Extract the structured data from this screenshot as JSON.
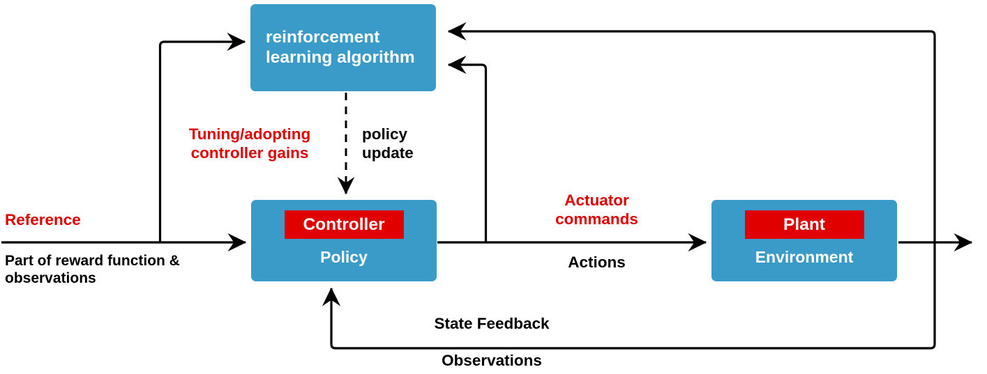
{
  "diagram": {
    "title": "Reinforcement learning control loop block diagram",
    "colors": {
      "block_blue": "#3a9bc9",
      "chip_red": "#e00000",
      "accent_red_text": "#e00000",
      "wire_black": "#000000",
      "background": "#ffffff"
    },
    "nodes": [
      {
        "id": "rl-algorithm",
        "label": "reinforcement\nlearning\nalgorithm",
        "chip": null
      },
      {
        "id": "controller",
        "chip": "Controller",
        "label": "Policy"
      },
      {
        "id": "plant",
        "chip": "Plant",
        "label": "Environment"
      }
    ],
    "captions": {
      "tuning": "Tuning/adopting\ncontroller gains",
      "policy_update": "policy\nupdate",
      "reference": "Reference",
      "reward": "Part of reward function &\nobservations",
      "actuator_commands": "Actuator\ncommands",
      "actions": "Actions",
      "state_feedback": "State Feedback",
      "observations": "Observations"
    },
    "edges": [
      {
        "id": "reference-to-controller",
        "from": "reference-input",
        "to": "controller",
        "style": "solid",
        "arrow": true
      },
      {
        "id": "reference-branch-to-rl",
        "from": "reference-input",
        "to": "rl-algorithm",
        "style": "solid",
        "arrow": true
      },
      {
        "id": "rl-to-controller",
        "from": "rl-algorithm",
        "to": "controller",
        "style": "dashed",
        "arrow": true
      },
      {
        "id": "controller-to-plant",
        "from": "controller",
        "to": "plant",
        "style": "solid",
        "arrow": true
      },
      {
        "id": "actions-branch-to-rl",
        "from": "controller-to-plant",
        "to": "rl-algorithm",
        "style": "solid",
        "arrow": true
      },
      {
        "id": "plant-output",
        "from": "plant",
        "to": "output",
        "style": "solid",
        "arrow": true
      },
      {
        "id": "plant-feedback-to-rl",
        "from": "plant-output",
        "to": "rl-algorithm",
        "style": "solid",
        "arrow": true
      },
      {
        "id": "plant-feedback-to-controller",
        "from": "plant-output",
        "to": "controller",
        "style": "solid",
        "arrow": true
      }
    ]
  }
}
